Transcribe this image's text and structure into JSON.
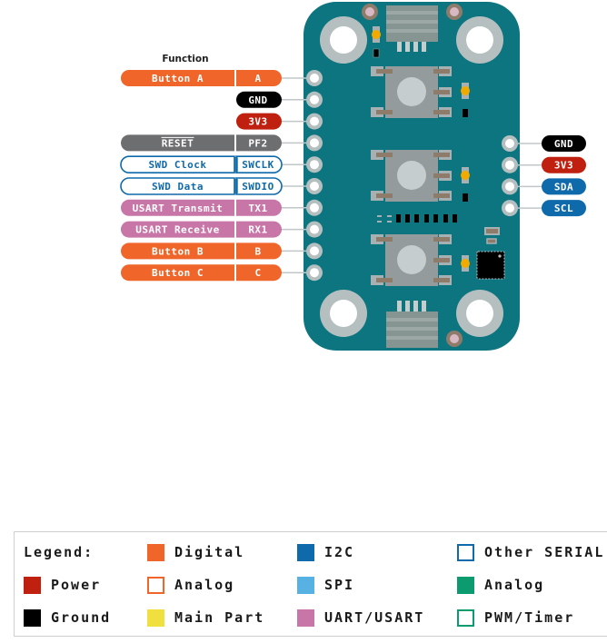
{
  "diagram": {
    "function_header": "Function",
    "left_pins": [
      {
        "function": "Button A",
        "pin": "A",
        "type": "digital"
      },
      {
        "function": "",
        "pin": "GND",
        "type": "ground"
      },
      {
        "function": "",
        "pin": "3V3",
        "type": "power"
      },
      {
        "function": "RESET",
        "pin": "PF2",
        "type": "main-gray",
        "overline": true
      },
      {
        "function": "SWD Clock",
        "pin": "SWCLK",
        "type": "other-serial"
      },
      {
        "function": "SWD Data",
        "pin": "SWDIO",
        "type": "other-serial"
      },
      {
        "function": "USART Transmit",
        "pin": "TX1",
        "type": "uart"
      },
      {
        "function": "USART Receive",
        "pin": "RX1",
        "type": "uart"
      },
      {
        "function": "Button B",
        "pin": "B",
        "type": "digital"
      },
      {
        "function": "Button C",
        "pin": "C",
        "type": "digital"
      }
    ],
    "right_pins": [
      {
        "pin": "GND",
        "type": "ground"
      },
      {
        "pin": "3V3",
        "type": "power"
      },
      {
        "pin": "SDA",
        "type": "i2c"
      },
      {
        "pin": "SCL",
        "type": "i2c"
      }
    ],
    "colors": {
      "digital": "#f0662a",
      "ground": "#000000",
      "power": "#c0200f",
      "main-gray": "#6d6e70",
      "other-serial": "#0f6aab",
      "uart": "#c875a8",
      "i2c": "#0f6aab",
      "spi": "#58b1e3",
      "analog-green": "#0c9a6f",
      "main-part": "#efe03f",
      "board": "#0c7580",
      "led": "#f1ab00"
    }
  },
  "legend": {
    "title": "Legend:",
    "items": [
      {
        "label": "Digital",
        "swatch": "#f0662a",
        "style": "fill"
      },
      {
        "label": "I2C",
        "swatch": "#0f6aab",
        "style": "fill"
      },
      {
        "label": "Other SERIAL",
        "swatch": "#0f6aab",
        "style": "outline"
      },
      {
        "label": "Power",
        "swatch": "#c0200f",
        "style": "fill"
      },
      {
        "label": "Analog",
        "swatch": "#f0662a",
        "style": "outline"
      },
      {
        "label": "SPI",
        "swatch": "#58b1e3",
        "style": "fill"
      },
      {
        "label": "Analog",
        "swatch": "#0c9a6f",
        "style": "fill"
      },
      {
        "label": "Ground",
        "swatch": "#000000",
        "style": "fill"
      },
      {
        "label": "Main Part",
        "swatch": "#efe03f",
        "style": "fill"
      },
      {
        "label": "UART/USART",
        "swatch": "#c875a8",
        "style": "fill"
      },
      {
        "label": "PWM/Timer",
        "swatch": "#0c9a6f",
        "style": "outline"
      }
    ]
  }
}
